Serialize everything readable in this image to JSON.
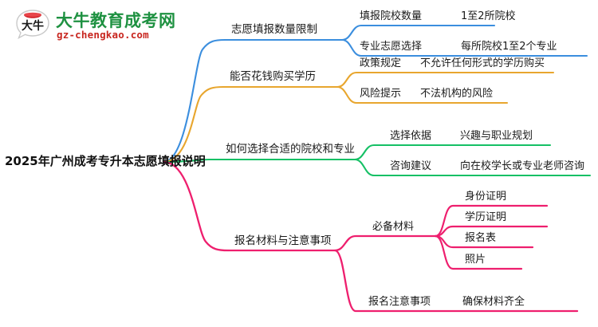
{
  "logo": {
    "icon": "speech-bubble-logo",
    "name_cn": "大牛教育成考网",
    "mark_text": "大牛",
    "url_text": "gz-chengkao.com",
    "color_cn": "#1e9141",
    "color_url": "#c8261f"
  },
  "mindmap": {
    "root": {
      "label": "2025年广州成考专升本志愿填报说明"
    },
    "colors": {
      "branch1": "#3b8ede",
      "branch2": "#e8a62e",
      "branch3": "#15c065",
      "branch4": "#ee1f6e"
    },
    "branches": [
      {
        "label": "志愿填报数量限制",
        "color": "#3b8ede",
        "children": [
          {
            "label": "填报院校数量",
            "leaves": [
              {
                "label": "1至2所院校"
              }
            ]
          },
          {
            "label": "专业志愿选择",
            "leaves": [
              {
                "label": "每所院校1至2个专业"
              }
            ]
          }
        ]
      },
      {
        "label": "能否花钱购买学历",
        "color": "#e8a62e",
        "children": [
          {
            "label": "政策规定",
            "leaves": [
              {
                "label": "不允许任何形式的学历购买"
              }
            ]
          },
          {
            "label": "风险提示",
            "leaves": [
              {
                "label": "不法机构的风险"
              }
            ]
          }
        ]
      },
      {
        "label": "如何选择合适的院校和专业",
        "color": "#15c065",
        "children": [
          {
            "label": "选择依据",
            "leaves": [
              {
                "label": "兴趣与职业规划"
              }
            ]
          },
          {
            "label": "咨询建议",
            "leaves": [
              {
                "label": "向在校学长或专业老师咨询"
              }
            ]
          }
        ]
      },
      {
        "label": "报名材料与注意事项",
        "color": "#ee1f6e",
        "children": [
          {
            "label": "必备材料",
            "leaves": [
              {
                "label": "身份证明"
              },
              {
                "label": "学历证明"
              },
              {
                "label": "报名表"
              },
              {
                "label": "照片"
              }
            ]
          },
          {
            "label": "报名注意事项",
            "leaves": [
              {
                "label": "确保材料齐全"
              }
            ]
          }
        ]
      }
    ]
  }
}
